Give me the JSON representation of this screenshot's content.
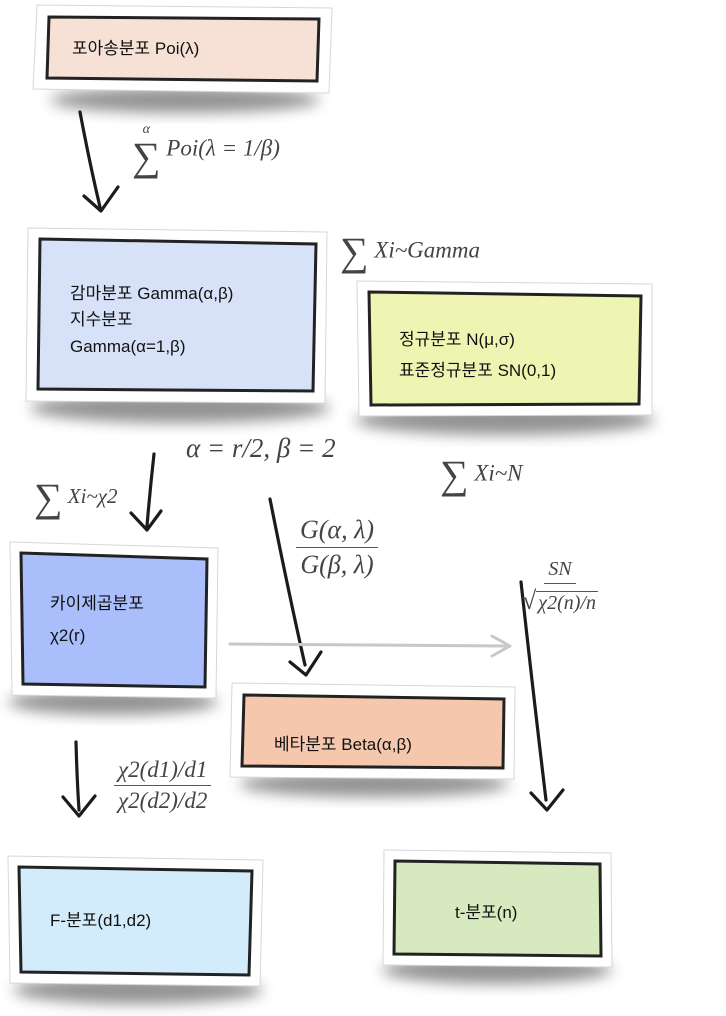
{
  "nodes": {
    "poisson": {
      "line1": "포아송분포 Poi(λ)",
      "color": "#f7e0d6"
    },
    "gamma": {
      "line1": "감마분포 Gamma(α,β)",
      "line2": "지수분포",
      "line3": "Gamma(α=1,β)",
      "color": "#d7e2f8"
    },
    "normal": {
      "line1": "정규분포 N(μ,σ)",
      "line2": "표준정규분포 SN(0,1)",
      "color": "#eef5b2"
    },
    "chisq": {
      "line1": "카이제곱분포",
      "line2": "χ2(r)",
      "color": "#a9befa"
    },
    "beta": {
      "line1": "베타분포 Beta(α,β)",
      "color": "#f5c8ae"
    },
    "f": {
      "line1": "F-분포(d1,d2)",
      "color": "#d3ecfb"
    },
    "t": {
      "line1": "t-분포(n)",
      "color": "#d6e9bf"
    }
  },
  "edges": {
    "poi_to_gamma": {
      "sum_upper": "α",
      "expr": "Poi(λ = 1/β)"
    },
    "sum_gamma": {
      "expr": "Xi~Gamma"
    },
    "gamma_params": {
      "expr": "α = r/2, β = 2"
    },
    "sum_chisq": {
      "expr": "Xi~χ2"
    },
    "sum_normal": {
      "expr": "Xi~N"
    },
    "beta_ratio": {
      "num": "G(α, λ)",
      "den": "G(β, λ)"
    },
    "t_ratio": {
      "num": "SN",
      "den": "χ2(n)/n"
    },
    "f_ratio": {
      "num": "χ2(d1)/d1",
      "den": "χ2(d2)/d2"
    }
  }
}
